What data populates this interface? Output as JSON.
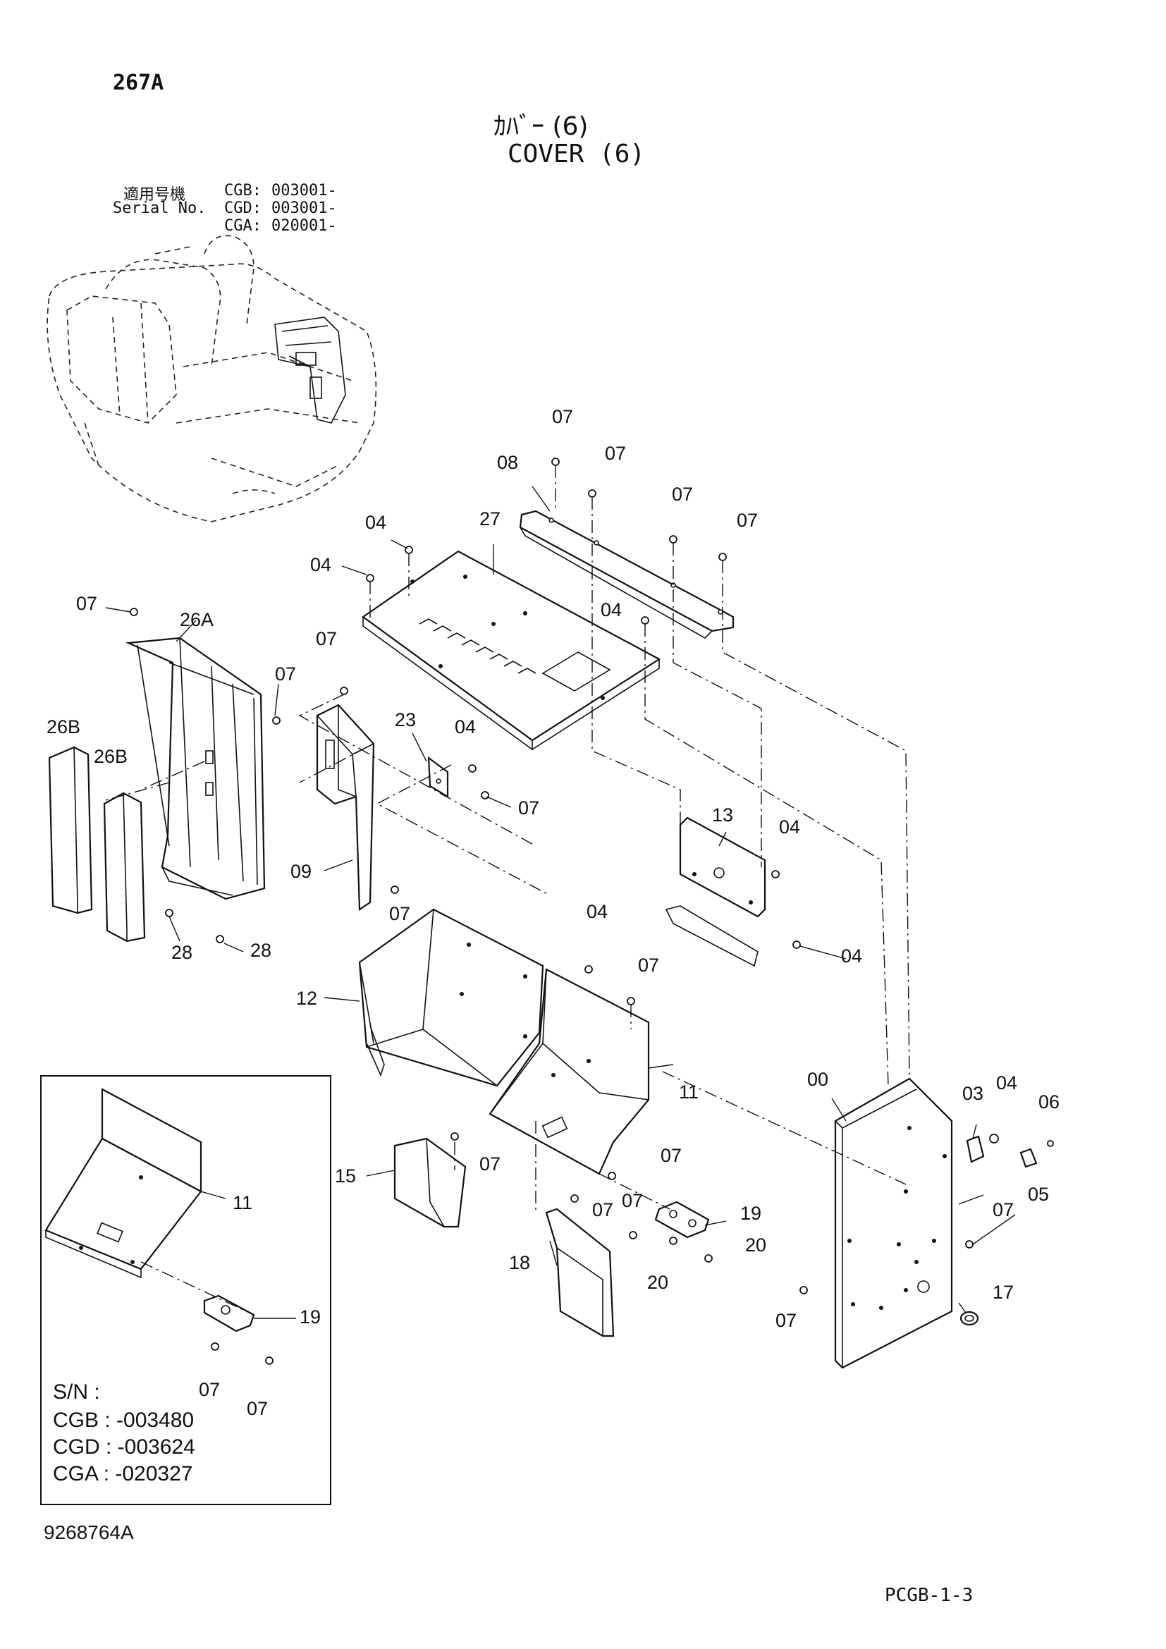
{
  "page_number": "267A",
  "title": {
    "japanese": "ｶﾊﾞｰ (6)",
    "english": "COVER (6)"
  },
  "serial": {
    "label_jp": "適用号機",
    "label_en": "Serial No.",
    "entries": [
      {
        "model": "CGB:",
        "value": "003001-"
      },
      {
        "model": "CGD:",
        "value": "003001-"
      },
      {
        "model": "CGA:",
        "value": "020001-"
      }
    ]
  },
  "callouts": {
    "c07_a": "07",
    "c08": "08",
    "c07_b": "07",
    "c07_c": "07",
    "c07_d": "07",
    "c04_a": "04",
    "c27": "27",
    "c04_b": "04",
    "c04_c": "04",
    "c07_e": "07",
    "c26A": "26A",
    "c07_f": "07",
    "c07_g": "07",
    "c26B_a": "26B",
    "c26B_b": "26B",
    "c23": "23",
    "c04_d": "04",
    "c07_h": "07",
    "c13": "13",
    "c04_e": "04",
    "c09": "09",
    "c07_i": "07",
    "c28_a": "28",
    "c28_b": "28",
    "c04_f": "04",
    "c04_g": "04",
    "c12": "12",
    "c07_j": "07",
    "c11": "11",
    "c00": "00",
    "c03": "03",
    "c04_h": "04",
    "c06": "06",
    "c05": "05",
    "c15": "15",
    "c07_k": "07",
    "c07_l": "07",
    "c07_m": "07",
    "c07_n": "07",
    "c19": "19",
    "c20_a": "20",
    "c20_b": "20",
    "c18": "18",
    "c07_o": "07",
    "c17": "17",
    "c07_p": "07"
  },
  "inset": {
    "callouts": {
      "c11": "11",
      "c19": "19",
      "c07_a": "07",
      "c07_b": "07"
    },
    "sn_label": "S/N :",
    "lines": [
      "CGB : -003480",
      "CGD : -003624",
      "CGA : -020327"
    ]
  },
  "drawing_number": "9268764A",
  "sheet_code": "PCGB-1-3"
}
